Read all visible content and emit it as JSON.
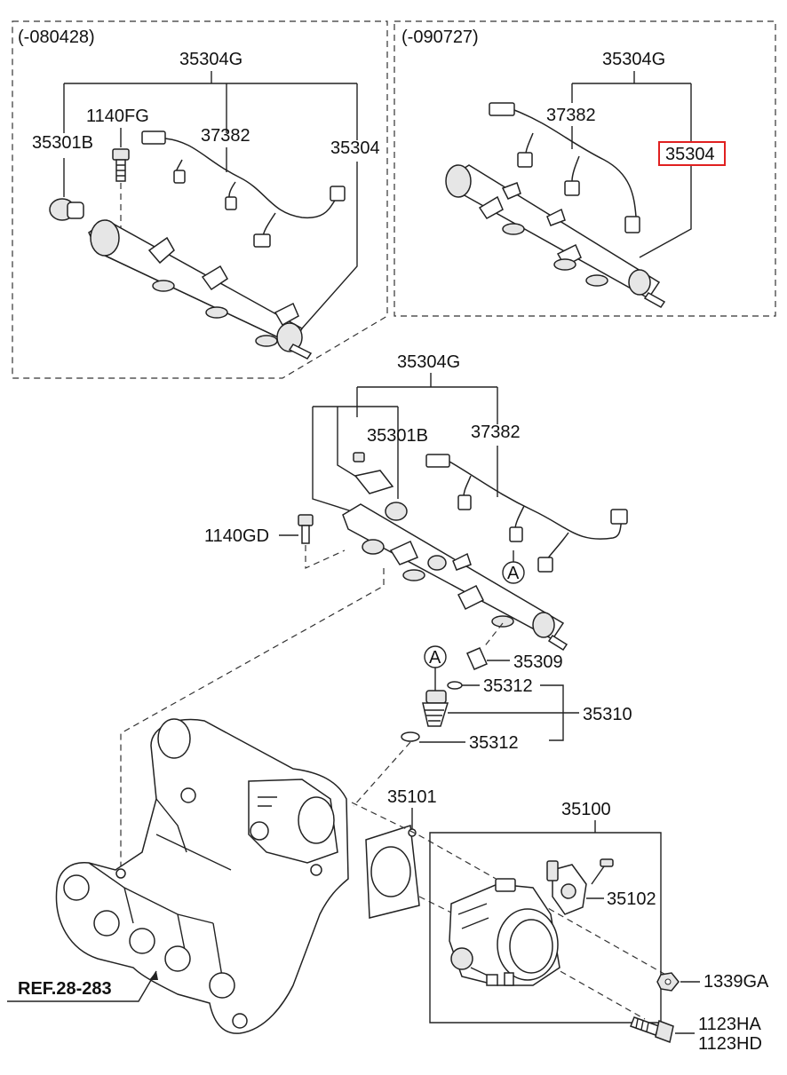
{
  "panels": {
    "left_variant": "(-080428)",
    "right_variant": "(-090727)"
  },
  "labels": {
    "l_35304g": "35304G",
    "l_1140fg": "1140FG",
    "l_35301b": "35301B",
    "l_37382": "37382",
    "l_35304": "35304",
    "r_35304g": "35304G",
    "r_37382": "37382",
    "r_35304": "35304",
    "m_35304g": "35304G",
    "m_35301b": "35301B",
    "m_37382": "37382",
    "m_1140gd": "1140GD",
    "m_a1": "A",
    "m_a2": "A",
    "m_35309": "35309",
    "m_35312_top": "35312",
    "m_35310": "35310",
    "m_35312_bot": "35312",
    "m_35101": "35101",
    "m_35100": "35100",
    "m_35102": "35102",
    "m_1339ga": "1339GA",
    "m_1123ha": "1123HA",
    "m_1123hd": "1123HD",
    "ref": "REF.28-283"
  },
  "highlight": {
    "part": "35304",
    "color": "#e02020"
  }
}
